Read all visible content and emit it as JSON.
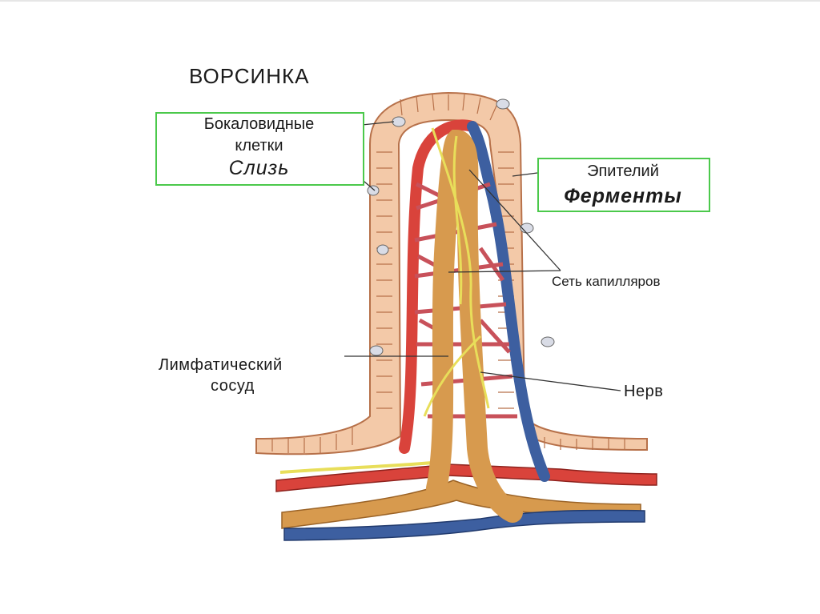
{
  "title": "ВОРСИНКА",
  "labels": {
    "goblet_cells_line1": "Бокаловидные",
    "goblet_cells_line2": "клетки",
    "goblet_cells_product": "Слизь",
    "epithelium": "Эпителий",
    "epithelium_product": "Ферменты",
    "capillary_network": "Сеть капилляров",
    "lymphatic_vessel_line1": "Лимфатический",
    "lymphatic_vessel_line2": "сосуд",
    "nerve": "Нерв"
  },
  "colors": {
    "highlight_box": "#4bc94b",
    "epithelium_cells": "#f3c9a8",
    "artery": "#d9433b",
    "vein": "#3d5fa0",
    "lymph": "#d79a4e",
    "nerve": "#e8de5a"
  }
}
